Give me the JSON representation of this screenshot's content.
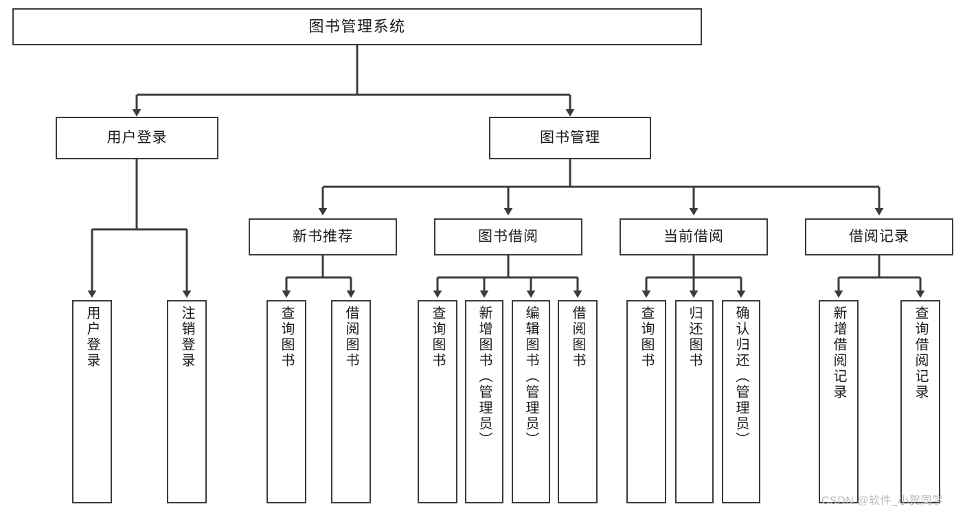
{
  "diagram": {
    "type": "tree-flowchart",
    "title": "图书管理系统",
    "orientation": "top-down",
    "watermark": "CSDN @软件_小贺同学",
    "style": {
      "box_fill": "#ffffff",
      "box_border": "#3b3b3b",
      "line_color": "#3b3b3b",
      "text_color": "#1a1a1a",
      "page_background": "#ffffff"
    },
    "nodes": {
      "root": {
        "label": "图书管理系统",
        "level": 0
      },
      "l1": [
        {
          "label": "用户登录",
          "level": 1
        },
        {
          "label": "图书管理",
          "level": 1
        }
      ],
      "l2": [
        {
          "label": "新书推荐",
          "level": 2,
          "parent": "图书管理"
        },
        {
          "label": "图书借阅",
          "level": 2,
          "parent": "图书管理"
        },
        {
          "label": "当前借阅",
          "level": 2,
          "parent": "图书管理"
        },
        {
          "label": "借阅记录",
          "level": 2,
          "parent": "图书管理"
        }
      ],
      "leaves_user_login": [
        {
          "label": "用户登录",
          "parent": "用户登录"
        },
        {
          "label": "注销登录",
          "parent": "用户登录"
        }
      ],
      "leaves_new_books": [
        {
          "label": "查询图书",
          "parent": "新书推荐"
        },
        {
          "label": "借阅图书",
          "parent": "新书推荐"
        }
      ],
      "leaves_borrow": [
        {
          "label": "查询图书",
          "parent": "图书借阅"
        },
        {
          "label": "新增图书（管理员）",
          "parent": "图书借阅"
        },
        {
          "label": "编辑图书（管理员）",
          "parent": "图书借阅"
        },
        {
          "label": "借阅图书",
          "parent": "图书借阅"
        }
      ],
      "leaves_current": [
        {
          "label": "查询图书",
          "parent": "当前借阅"
        },
        {
          "label": "归还图书",
          "parent": "当前借阅"
        },
        {
          "label": "确认归还（管理员）",
          "parent": "当前借阅"
        }
      ],
      "leaves_records": [
        {
          "label": "新增借阅记录",
          "parent": "借阅记录"
        },
        {
          "label": "查询借阅记录",
          "parent": "借阅记录"
        }
      ]
    }
  }
}
